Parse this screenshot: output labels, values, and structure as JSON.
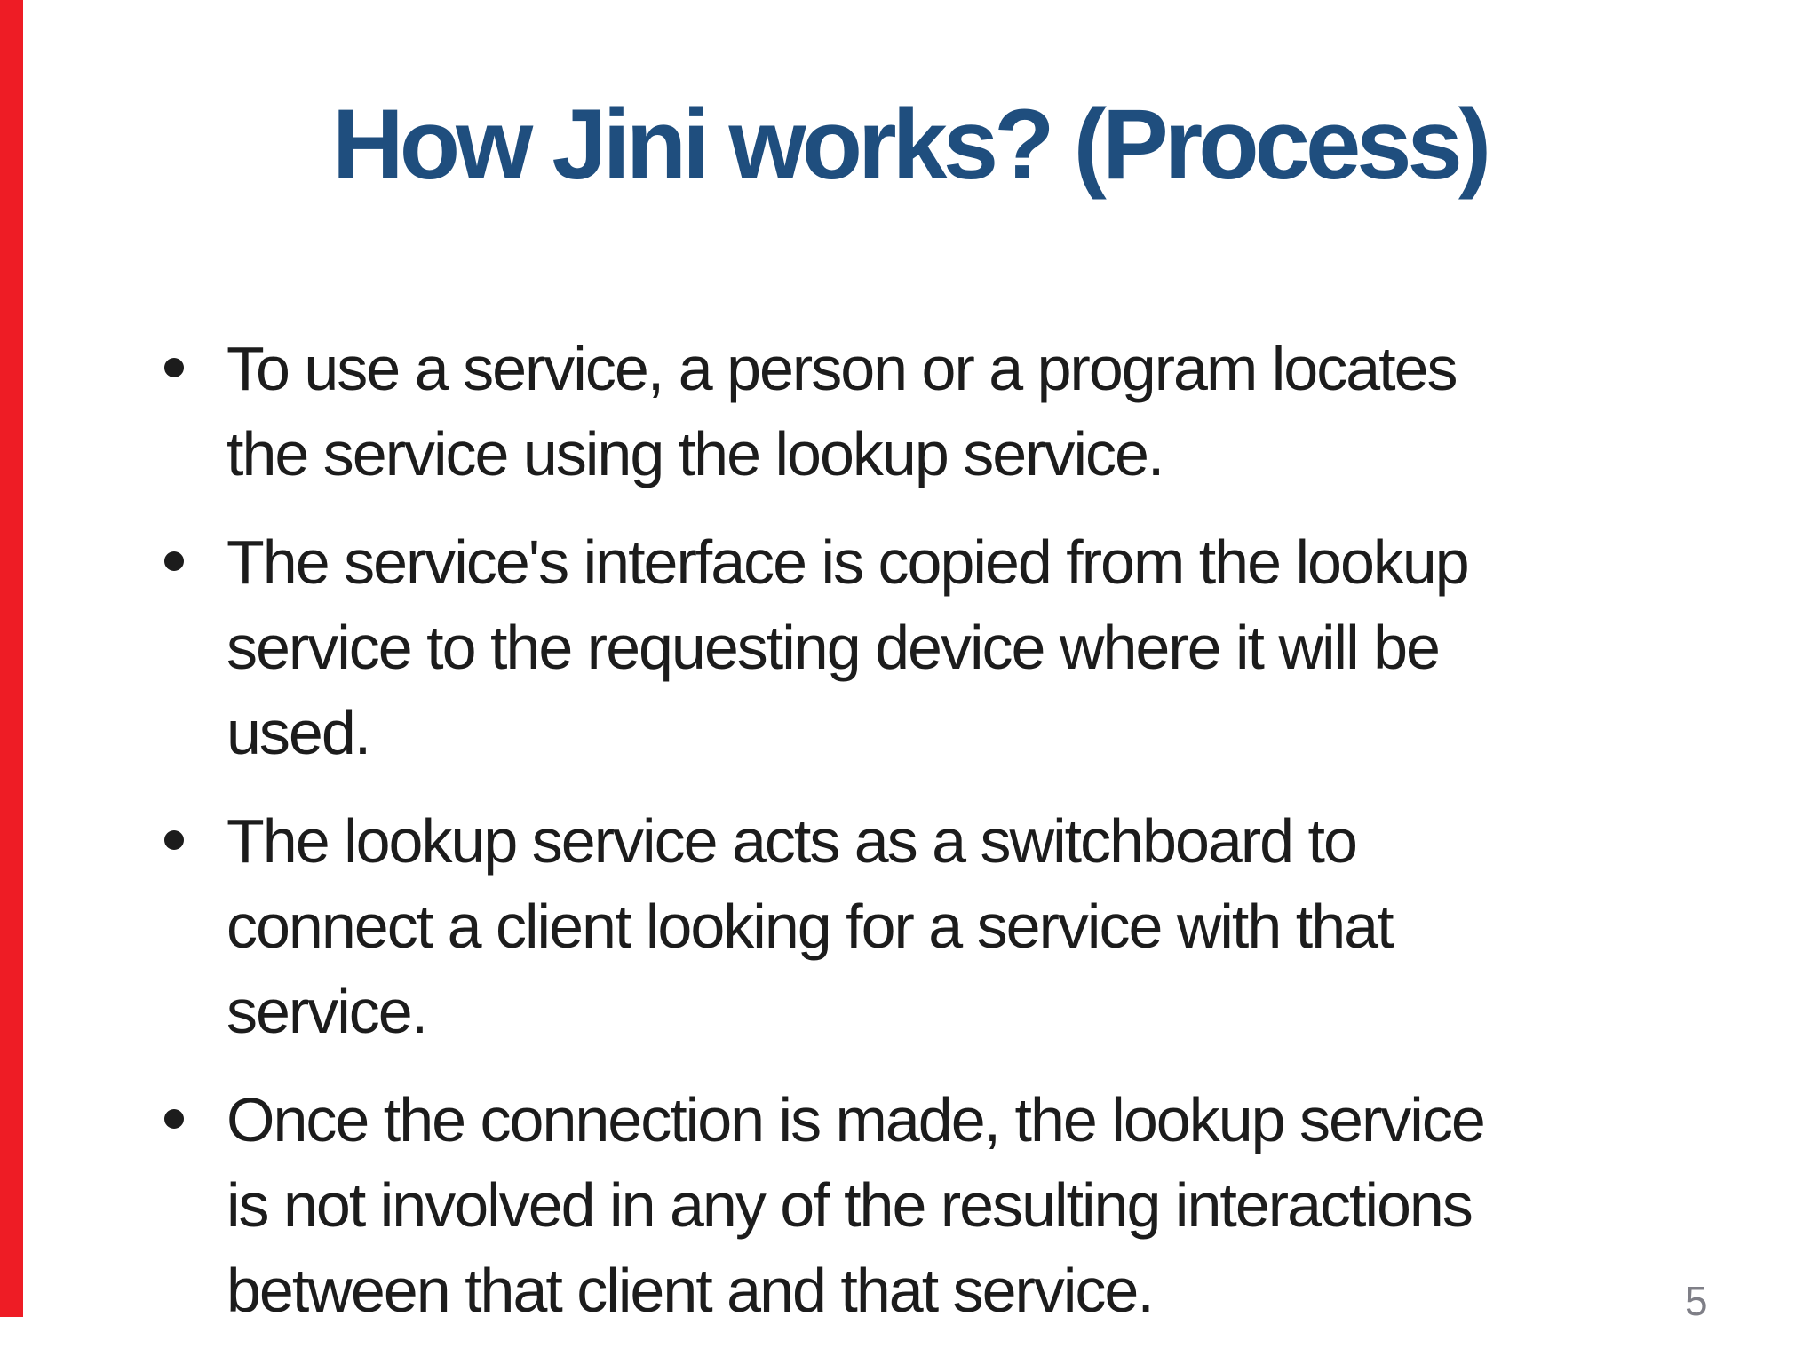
{
  "slide": {
    "title": "How Jini works? (Process)",
    "bullets": [
      {
        "lines": [
          "To use a service, a person or a program locates",
          "the service using the lookup service."
        ]
      },
      {
        "lines": [
          "The service's interface is copied from the lookup",
          "service to the requesting device where it will be",
          "used."
        ]
      },
      {
        "lines": [
          "The lookup service acts as a switchboard to",
          "connect a client looking for a service with that",
          "service."
        ]
      },
      {
        "lines": [
          "Once the connection is made, the lookup service",
          "is not involved in any of the resulting interactions",
          "between that client and that service."
        ]
      }
    ],
    "page_number": "5"
  },
  "colors": {
    "accent_red": "#ee1c25",
    "title_blue": "#1f4e7e",
    "body_text": "#1c1c1c",
    "page_number_gray": "#7f7f87",
    "background": "#ffffff"
  }
}
